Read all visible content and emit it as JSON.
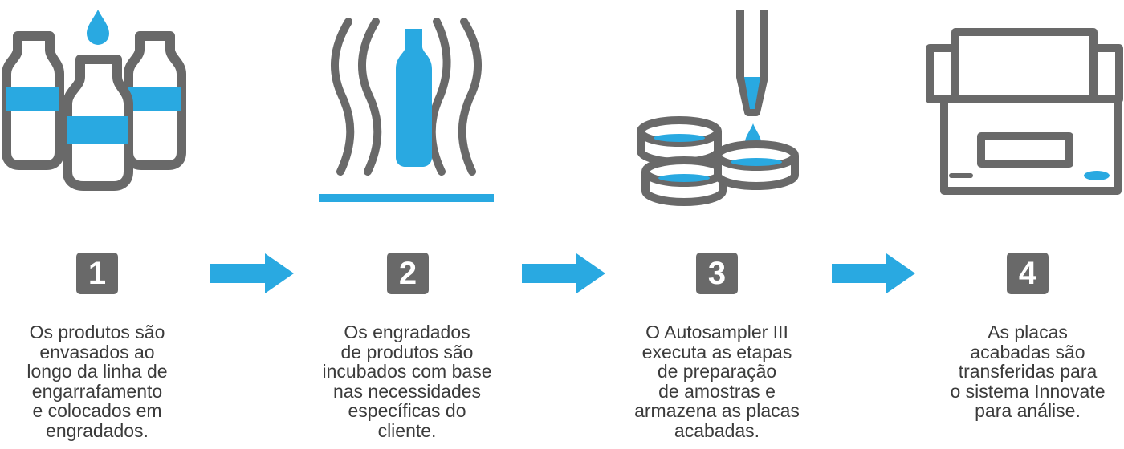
{
  "colors": {
    "gray": "#696969",
    "blue": "#29a9e1",
    "text": "#3b3b3b"
  },
  "steps": [
    {
      "number": "1",
      "icon": "bottles-filling-icon",
      "caption_lines": [
        "Os produtos são",
        "envasados ao",
        "longo da linha de",
        "engarrafamento",
        "e colocados em",
        "engradados."
      ]
    },
    {
      "number": "2",
      "icon": "bottle-incubation-icon",
      "caption_lines": [
        "Os engradados",
        "de produtos são",
        "incubados com base",
        "nas necessidades",
        "específicas do",
        "cliente."
      ]
    },
    {
      "number": "3",
      "icon": "pipette-plates-icon",
      "caption_lines": [
        "O Autosampler III",
        "executa as etapas",
        "de preparação",
        "de amostras e",
        "armazena as placas",
        "acabadas."
      ]
    },
    {
      "number": "4",
      "icon": "analyzer-instrument-icon",
      "caption_lines": [
        "As placas",
        "acabadas são",
        "transferidas para",
        "o sistema Innovate",
        "para análise."
      ]
    }
  ],
  "arrows": [
    "arrow-right-icon",
    "arrow-right-icon",
    "arrow-right-icon"
  ]
}
